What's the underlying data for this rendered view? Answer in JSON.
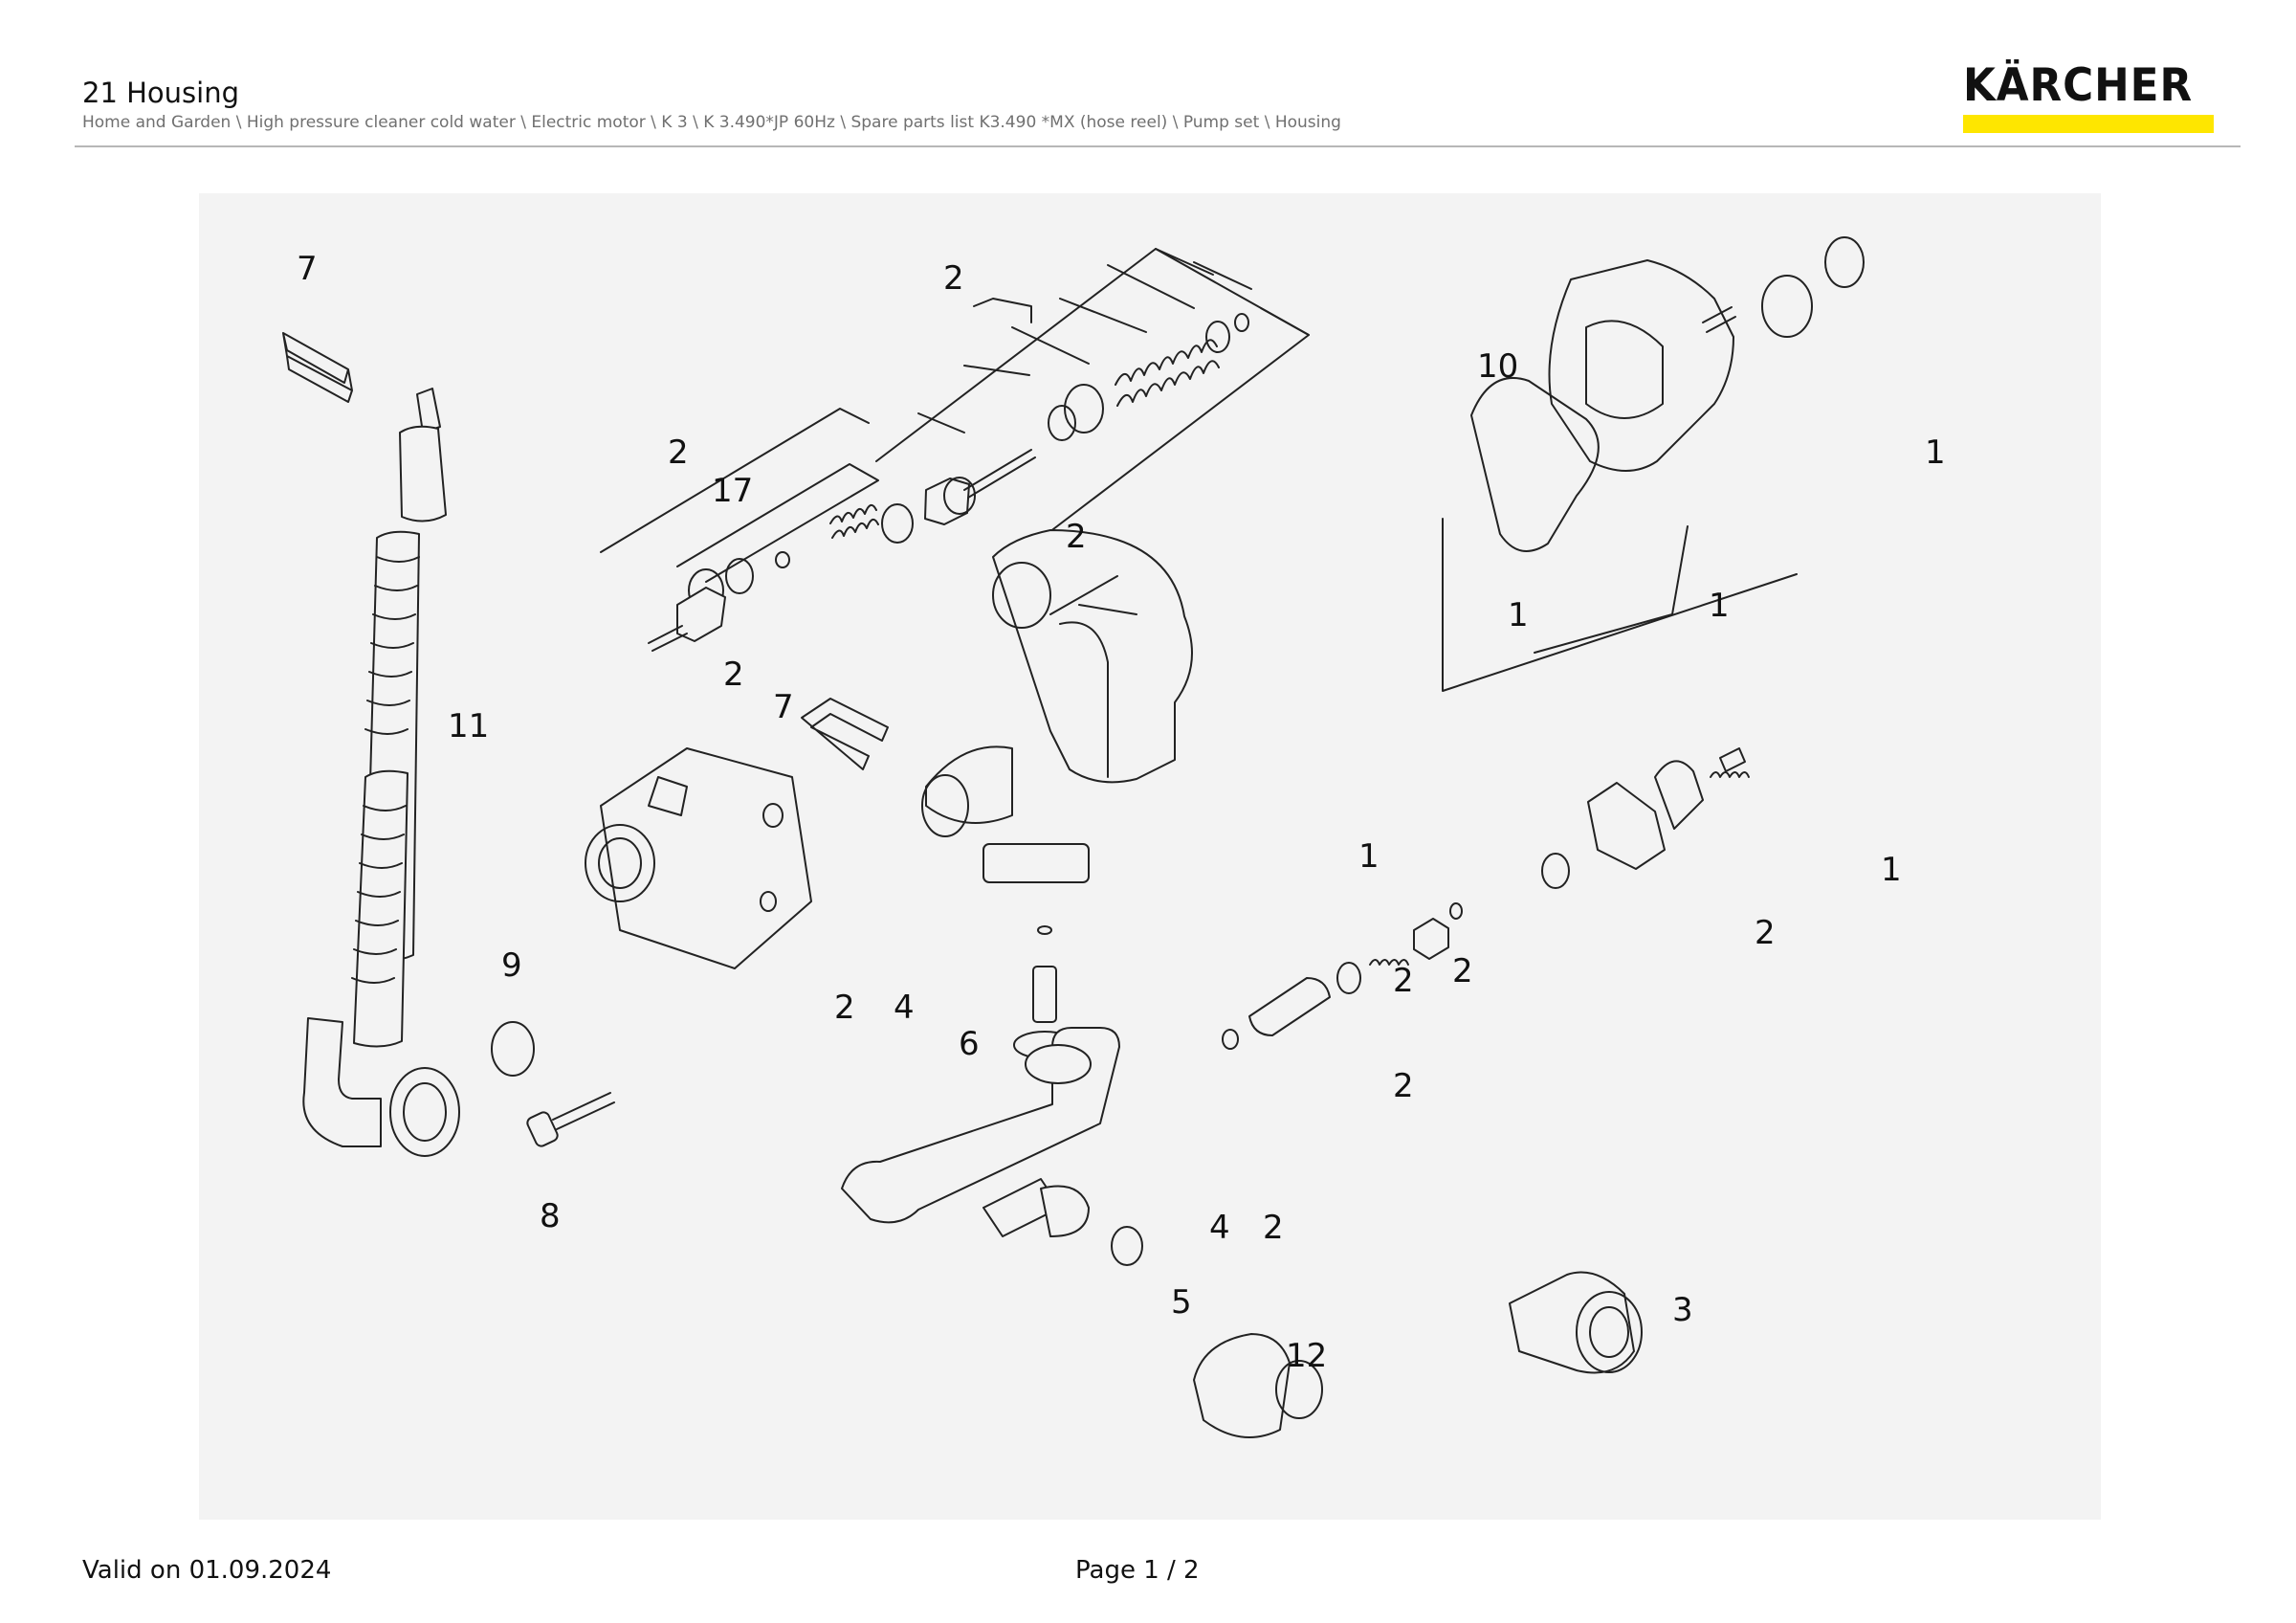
{
  "header": {
    "title": "21 Housing",
    "breadcrumb": "Home and Garden \\ High pressure cleaner cold water \\ Electric motor \\ K 3 \\ K 3.490*JP 60Hz \\ Spare parts list K3.490 *MX (hose reel) \\ Pump set \\ Housing"
  },
  "logo": {
    "text": "KÄRCHER",
    "bar_color": "#fee600"
  },
  "diagram": {
    "callouts": [
      "7",
      "2",
      "2",
      "17",
      "2",
      "2",
      "7",
      "11",
      "9",
      "8",
      "2",
      "4",
      "6",
      "4",
      "2",
      "5",
      "12",
      "10",
      "1",
      "1",
      "1",
      "1",
      "1",
      "2",
      "2",
      "2",
      "2",
      "2",
      "3"
    ]
  },
  "footer": {
    "valid": "Valid on 01.09.2024",
    "page": "Page 1 / 2"
  }
}
